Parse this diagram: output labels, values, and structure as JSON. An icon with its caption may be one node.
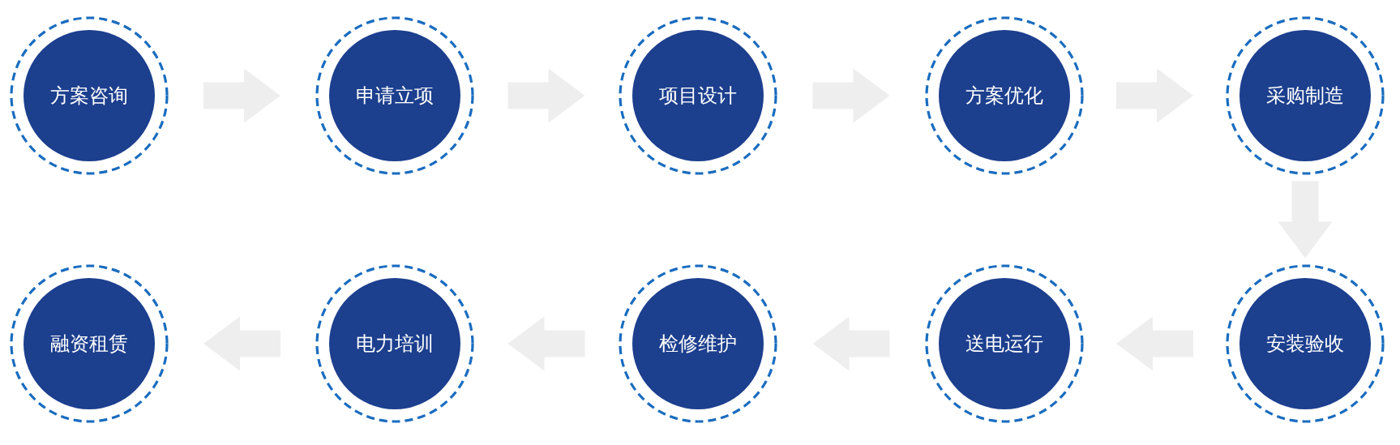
{
  "diagram": {
    "nodes": [
      {
        "text": [
          "方案咨询"
        ]
      },
      {
        "text": [
          "申请立项"
        ]
      },
      {
        "text": [
          "项目设计"
        ]
      },
      {
        "text": [
          "方案优化"
        ]
      },
      {
        "text": [
          "采购制造"
        ]
      },
      {
        "text": [
          "安装验收"
        ]
      },
      {
        "text": [
          "送电运行"
        ]
      },
      {
        "text": [
          "检修维护"
        ]
      },
      {
        "text": [
          "电力培训"
        ]
      },
      {
        "text": [
          "融资租赁"
        ]
      }
    ],
    "edges": [
      {
        "from": 0,
        "to": 1,
        "arrow": "to"
      },
      {
        "from": 1,
        "to": 2,
        "arrow": "to"
      },
      {
        "from": 2,
        "to": 3,
        "arrow": "to"
      },
      {
        "from": 3,
        "to": 4,
        "arrow": "to"
      },
      {
        "from": 4,
        "to": 5,
        "arrow": "to"
      },
      {
        "from": 5,
        "to": 6,
        "arrow": "to"
      },
      {
        "from": 6,
        "to": 7,
        "arrow": "to"
      },
      {
        "from": 7,
        "to": 8,
        "arrow": "to"
      },
      {
        "from": 8,
        "to": 9,
        "arrow": "to"
      }
    ]
  }
}
